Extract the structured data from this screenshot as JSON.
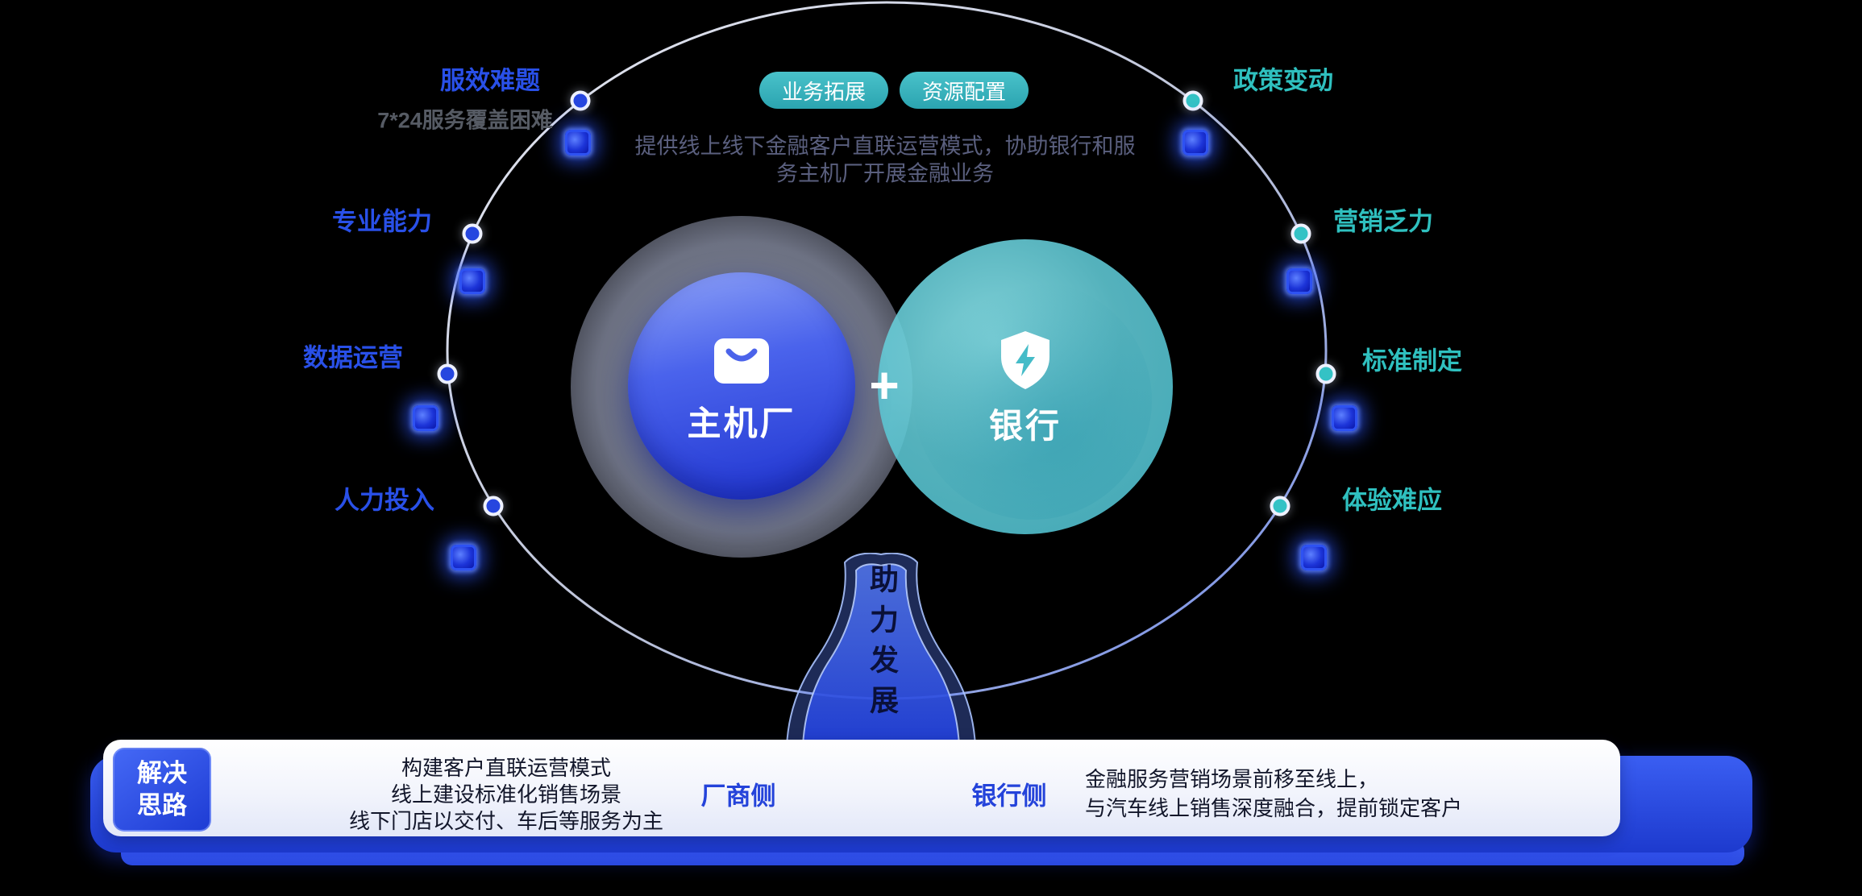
{
  "header": {
    "pills": [
      {
        "label": "业务拓展"
      },
      {
        "label": "资源配置"
      }
    ],
    "description_line1": "提供线上线下金融客户直联运营模式，协助银行和服",
    "description_line2": "务主机厂开展金融业务"
  },
  "center": {
    "plus": "+",
    "oem": {
      "label": "主机厂",
      "icon": "shopping-bag-icon"
    },
    "bank": {
      "label": "银行",
      "icon": "shield-bolt-icon"
    }
  },
  "left_items": [
    {
      "label": "服效难题",
      "sub": "7*24服务覆盖困难"
    },
    {
      "label": "专业能力"
    },
    {
      "label": "数据运营"
    },
    {
      "label": "人力投入"
    }
  ],
  "right_items": [
    {
      "label": "政策变动"
    },
    {
      "label": "营销乏力"
    },
    {
      "label": "标准制定"
    },
    {
      "label": "体验难应"
    }
  ],
  "pedestal": {
    "text": "助力发展"
  },
  "solution": {
    "badge_line1": "解决",
    "badge_line2": "思路",
    "vendor_lines": [
      "构建客户直联运营模式",
      "线上建设标准化销售场景",
      "线下门店以交付、车后等服务为主"
    ],
    "vendor_side_label": "厂商侧",
    "bank_side_label": "银行侧",
    "bank_lines": [
      "金融服务营销场景前移至线上，",
      "与汽车线上销售深度融合，提前锁定客户"
    ]
  },
  "colors": {
    "background": "#000000",
    "accent_blue": "#2950e8",
    "accent_teal": "#2fc0bf",
    "oem_circle_blue": "#2f4ae0",
    "bank_circle_teal": "#5fc8d4",
    "pill_teal": "#35b3bc",
    "bar_blue": "#2c4fe0"
  }
}
